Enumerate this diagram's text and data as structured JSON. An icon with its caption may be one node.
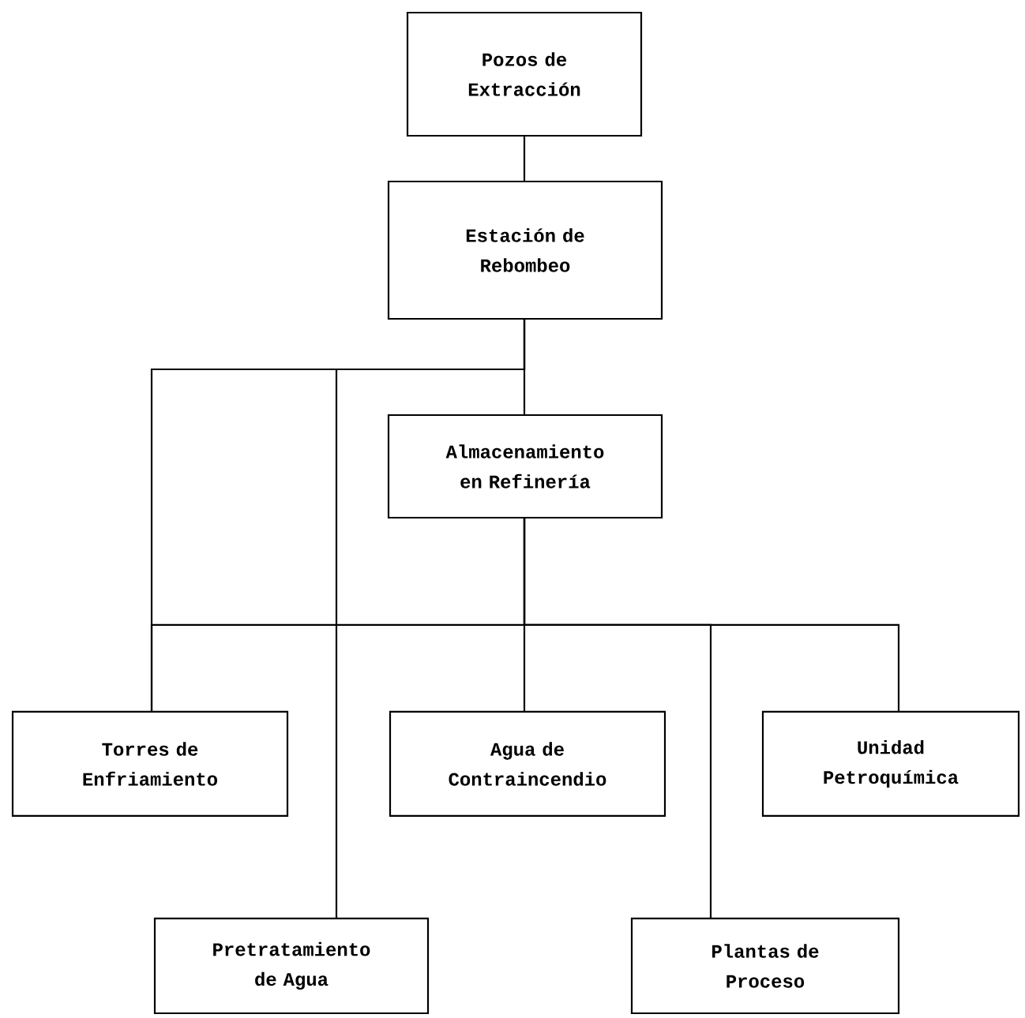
{
  "diagram": {
    "nodes": [
      {
        "text": [
          "Pozos de Extracción"
        ]
      },
      {
        "text": [
          "Estación de Rebombeo"
        ]
      },
      {
        "text": [
          "Almacenamiento en Refinería"
        ]
      },
      {
        "text": [
          "Torres de Enfriamiento"
        ]
      },
      {
        "text": [
          "Agua de Contraincendio"
        ]
      },
      {
        "text": [
          "Unidad Petroquímica"
        ]
      },
      {
        "text": [
          "Pretratamiento de Agua"
        ]
      },
      {
        "text": [
          "Plantas de Proceso"
        ]
      }
    ],
    "edges": [
      {
        "from": 0,
        "to": 1,
        "arrow": "none"
      },
      {
        "from": 1,
        "to": 2,
        "arrow": "none"
      },
      {
        "from": 1,
        "to": 6,
        "arrow": "none"
      },
      {
        "from": 1,
        "to": 3,
        "arrow": "none"
      },
      {
        "from": 2,
        "to": 3,
        "arrow": "none"
      },
      {
        "from": 2,
        "to": 4,
        "arrow": "none"
      },
      {
        "from": 2,
        "to": 7,
        "arrow": "none"
      },
      {
        "from": 2,
        "to": 5,
        "arrow": "none"
      }
    ]
  }
}
